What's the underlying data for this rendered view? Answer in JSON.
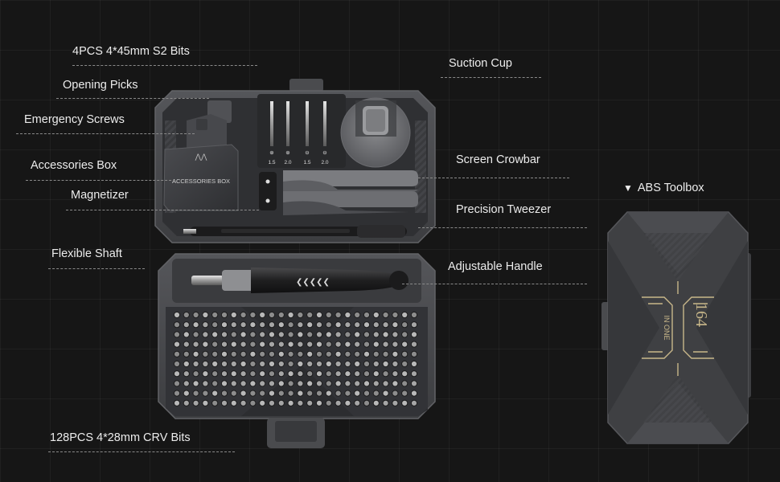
{
  "callouts": {
    "s2_bits": "4PCS 4*45mm S2 Bits",
    "opening_picks": "Opening Picks",
    "emergency_screws": "Emergency Screws",
    "accessories_box": "Accessories Box",
    "magnetizer": "Magnetizer",
    "flexible_shaft": "Flexible Shaft",
    "crv_bits": "128PCS 4*28mm CRV Bits",
    "suction_cup": "Suction Cup",
    "screen_crowbar": "Screen Crowbar",
    "precision_tweezer": "Precision Tweezer",
    "adjustable_handle": "Adjustable Handle"
  },
  "toolbox_label": "ABS Toolbox",
  "toolbox_marker": "▼",
  "product_print": {
    "accessories_box": "ACCESSORIES BOX",
    "bit_sizes": [
      "1.5",
      "2.0",
      "1.5",
      "2.0"
    ],
    "logo_number": "164",
    "logo_text": "IN ONE"
  },
  "colors": {
    "background": "#161616",
    "case_outer": "#4a4b4e",
    "case_inner": "#2f3033",
    "toolbox_body": "#3f4043",
    "logo_gold": "#c8b78a",
    "label_text": "#ececec"
  }
}
